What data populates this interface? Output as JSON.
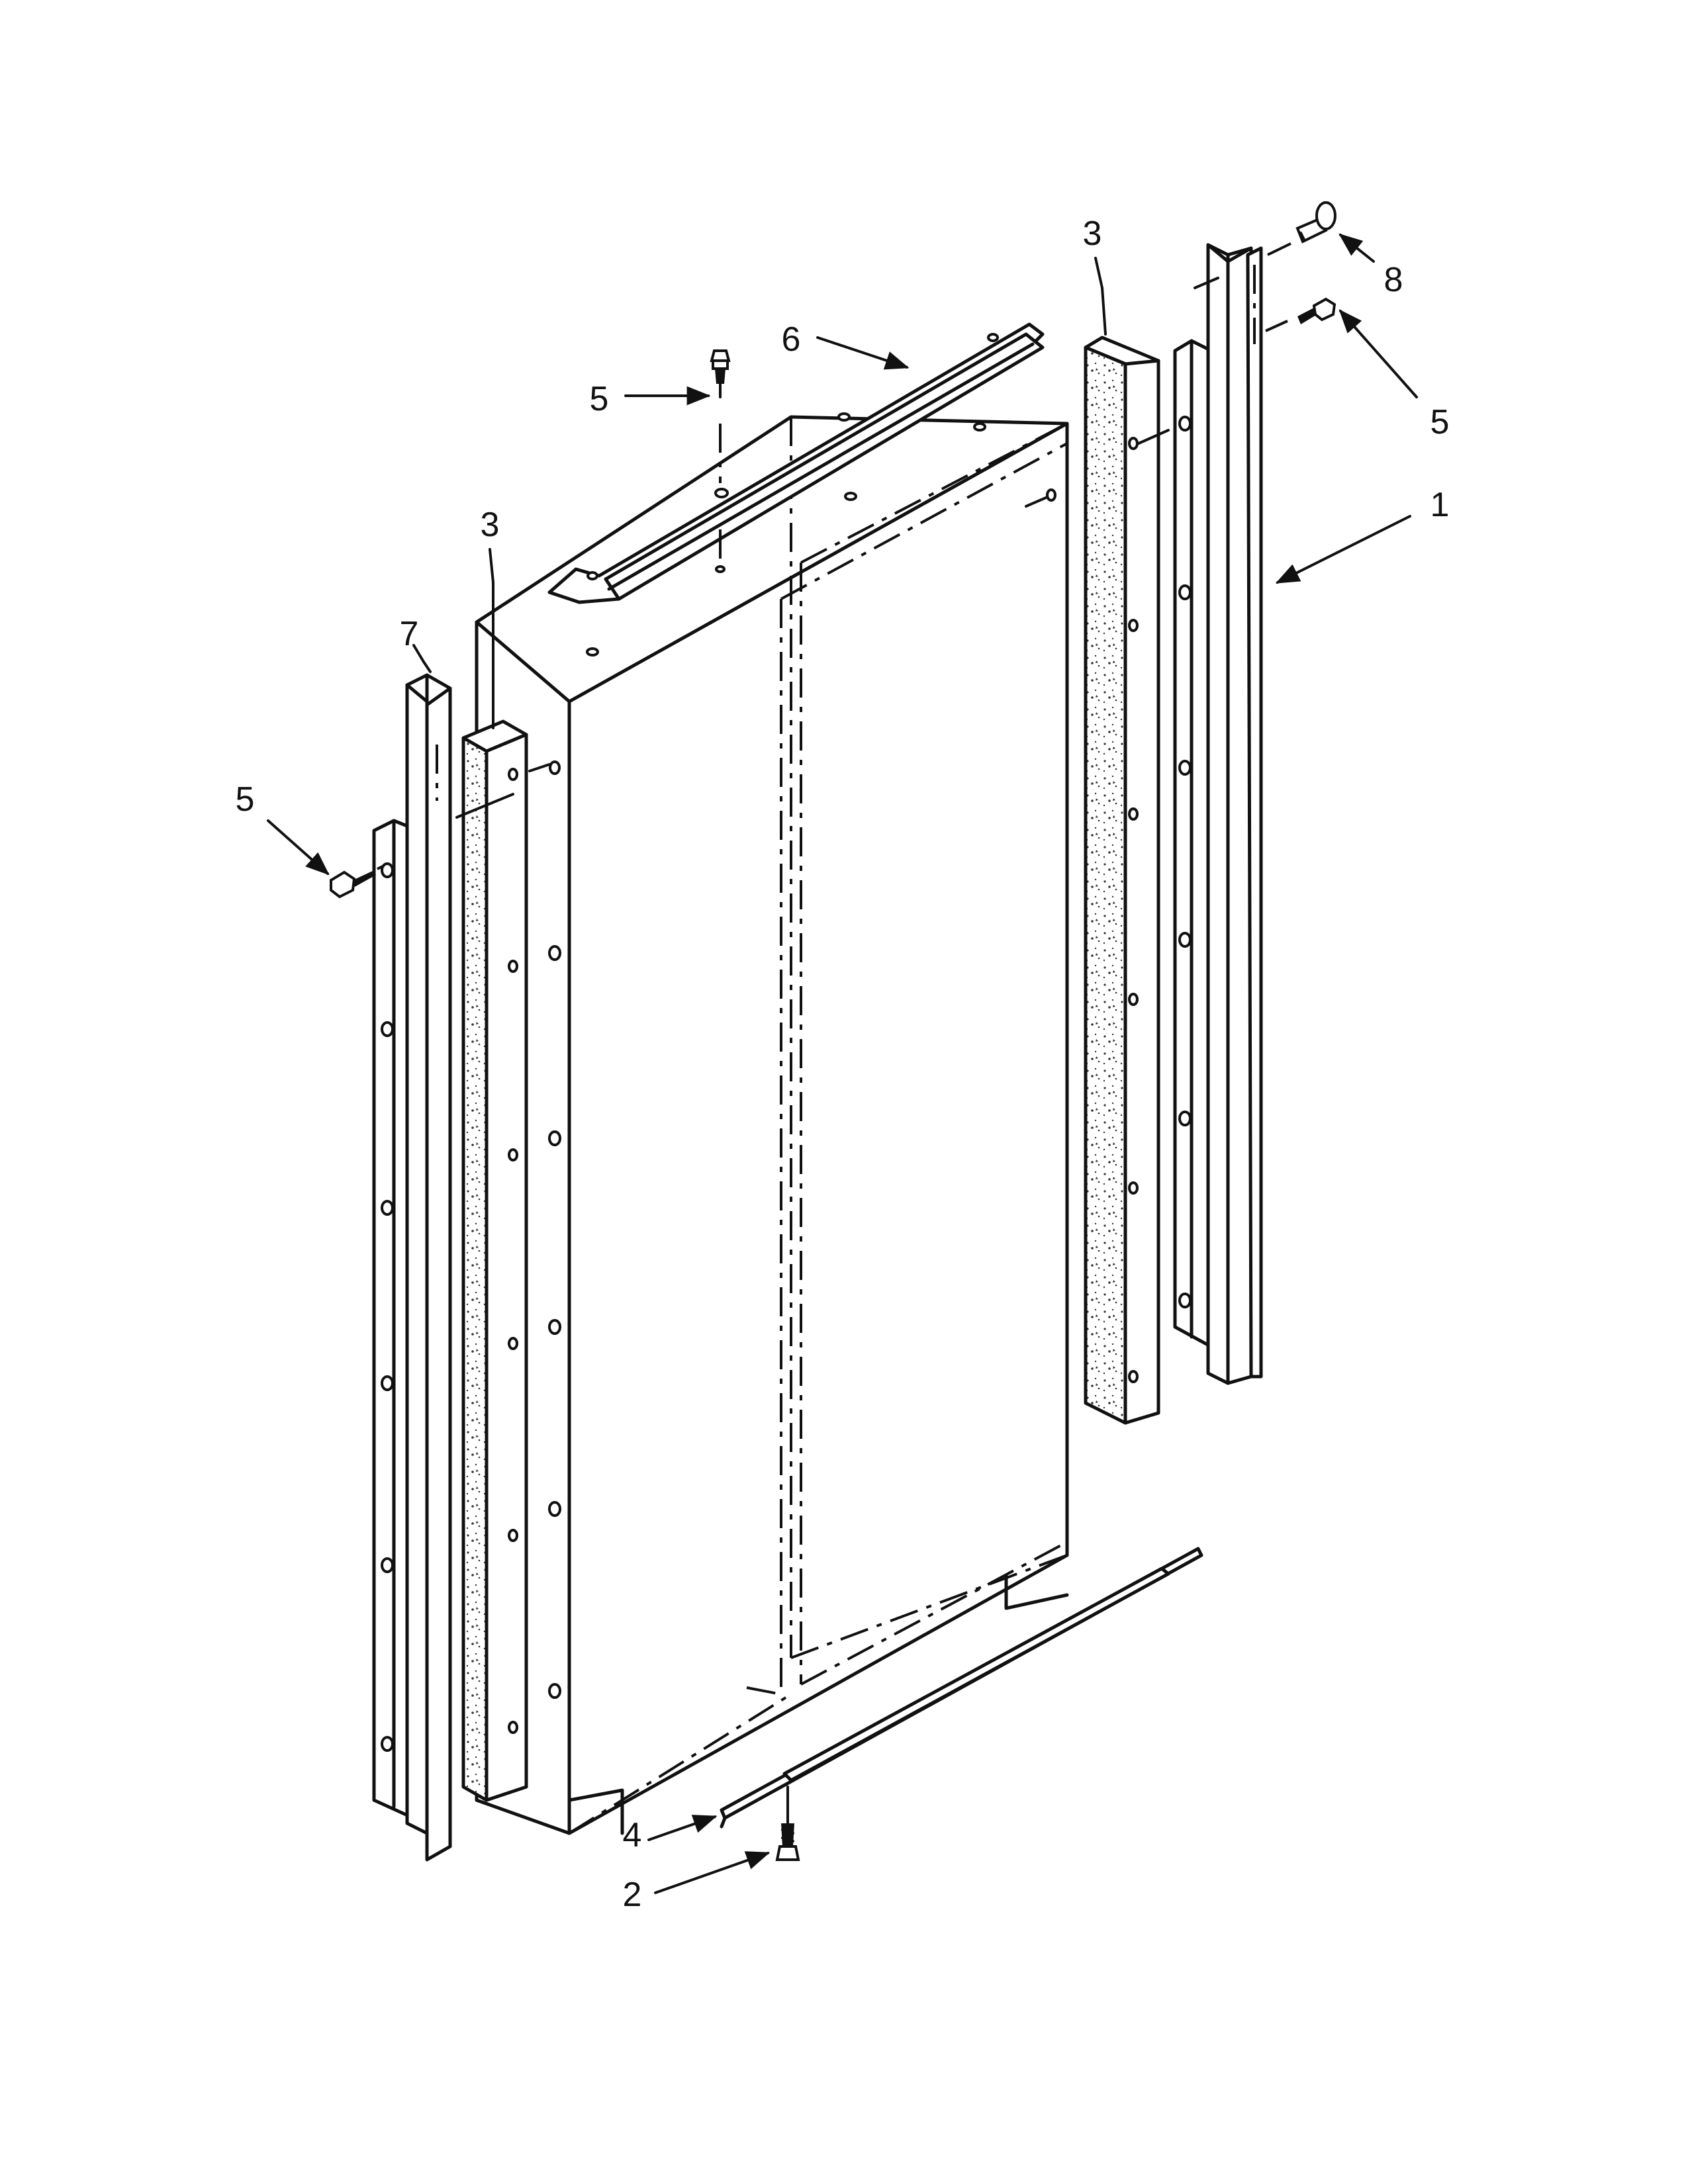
{
  "diagram": {
    "callouts": [
      {
        "id": "callout-1",
        "text": "1"
      },
      {
        "id": "callout-2",
        "text": "2"
      },
      {
        "id": "callout-3-left",
        "text": "3"
      },
      {
        "id": "callout-3-right",
        "text": "3"
      },
      {
        "id": "callout-4",
        "text": "4"
      },
      {
        "id": "callout-5-top",
        "text": "5"
      },
      {
        "id": "callout-5-left",
        "text": "5"
      },
      {
        "id": "callout-5-right",
        "text": "5"
      },
      {
        "id": "callout-6",
        "text": "6"
      },
      {
        "id": "callout-7",
        "text": "7"
      },
      {
        "id": "callout-8",
        "text": "8"
      }
    ]
  }
}
